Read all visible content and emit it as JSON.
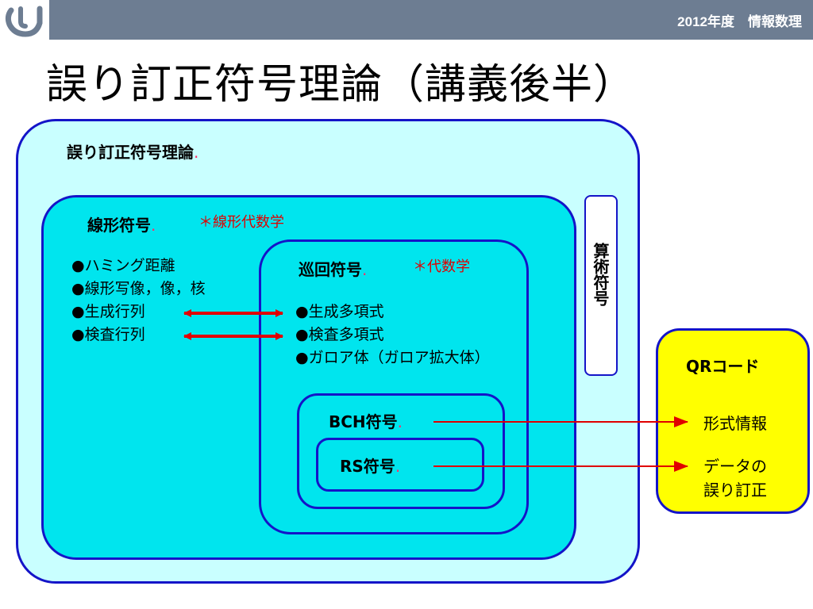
{
  "header": {
    "course": "2012年度　情報数理",
    "logo_icon": "university-logo-icon",
    "bar_color": "#6d7d92"
  },
  "title": "誤り訂正符号理論（講義後半）",
  "outer": {
    "label": "誤り訂正符号理論",
    "dot": "."
  },
  "linear": {
    "label": "線形符号",
    "dot": ".",
    "note": "＊線形代数学",
    "items": [
      "●ハミング距離",
      "●線形写像，像，核",
      "●生成行列",
      "●検査行列"
    ]
  },
  "cyclic": {
    "label": "巡回符号",
    "dot": ".",
    "note": "＊代数学",
    "items": [
      "●生成多項式",
      "●検査多項式",
      "●ガロア体（ガロア拡大体）"
    ]
  },
  "bch": {
    "label": "BCH符号",
    "dot": "."
  },
  "rs": {
    "label": "RS符号",
    "dot": "."
  },
  "arithmetic": {
    "label": "算術符号"
  },
  "qr": {
    "label": "QRコード",
    "format": "形式情報",
    "data_line1": "データの",
    "data_line2": "誤り訂正"
  },
  "colors": {
    "border": "#1414c8",
    "outer_fill": "#c9ffff",
    "inner_fill": "#00e5ee",
    "qr_fill": "#ffff00",
    "arrow": "#e00000",
    "note": "#e00000"
  }
}
